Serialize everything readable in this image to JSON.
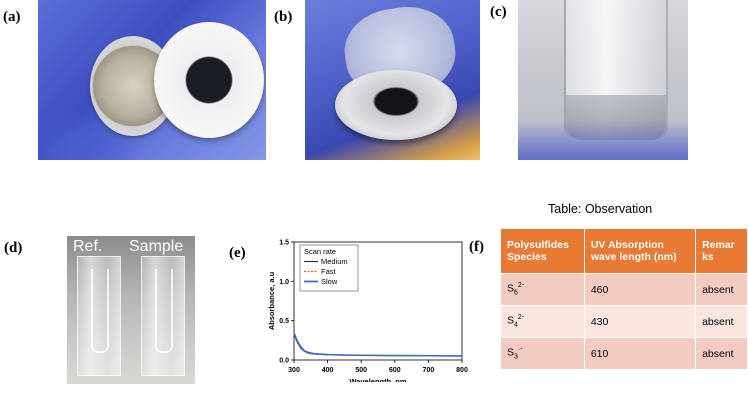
{
  "panels": {
    "a": {
      "label": "(a)"
    },
    "b": {
      "label": "(b)"
    },
    "c": {
      "label": "(c)"
    },
    "d": {
      "label": "(d)",
      "ref_text": "Ref.",
      "sample_text": "Sample"
    },
    "e": {
      "label": "(e)"
    },
    "f": {
      "label": "(f)"
    }
  },
  "chart_data": {
    "type": "line",
    "xlabel": "Wavelength, nm",
    "ylabel": "Absorbance, a.u",
    "xlim": [
      300,
      800
    ],
    "ylim": [
      0,
      1.5
    ],
    "xticks": [
      "300",
      "400",
      "500",
      "600",
      "700",
      "800"
    ],
    "yticks": [
      "0.0",
      "0.5",
      "1.0",
      "1.5"
    ],
    "legend_title": "Scan rate",
    "legend_position": "top-left",
    "grid": false,
    "x": [
      300,
      305,
      310,
      320,
      330,
      340,
      350,
      360,
      380,
      400,
      450,
      500,
      600,
      700,
      800
    ],
    "series": [
      {
        "name": "Medium",
        "color": "#333333",
        "style": "solid",
        "values": [
          0.33,
          0.27,
          0.22,
          0.15,
          0.11,
          0.09,
          0.08,
          0.075,
          0.07,
          0.065,
          0.06,
          0.058,
          0.055,
          0.053,
          0.05
        ]
      },
      {
        "name": "Fast",
        "color": "#d9622b",
        "style": "dashed",
        "values": [
          0.34,
          0.28,
          0.23,
          0.16,
          0.115,
          0.095,
          0.085,
          0.078,
          0.072,
          0.067,
          0.062,
          0.059,
          0.056,
          0.054,
          0.051
        ]
      },
      {
        "name": "Slow",
        "color": "#3b6fc4",
        "style": "solid",
        "values": [
          0.35,
          0.29,
          0.24,
          0.17,
          0.12,
          0.1,
          0.088,
          0.08,
          0.074,
          0.069,
          0.064,
          0.06,
          0.057,
          0.055,
          0.052
        ]
      }
    ]
  },
  "table": {
    "title": "Table: Observation",
    "headers": [
      "Polysulfides Species",
      "UV Absorption wave length (nm)",
      "Remar ks"
    ],
    "rows": [
      {
        "species_base": "S",
        "species_sub": "6",
        "species_sup": "2-",
        "wavelength": "460",
        "remarks": "absent"
      },
      {
        "species_base": "S",
        "species_sub": "4",
        "species_sup": "2-",
        "wavelength": "430",
        "remarks": "absent"
      },
      {
        "species_base": "S",
        "species_sub": "3",
        "species_sup": "·-",
        "wavelength": "610",
        "remarks": "absent"
      }
    ]
  }
}
